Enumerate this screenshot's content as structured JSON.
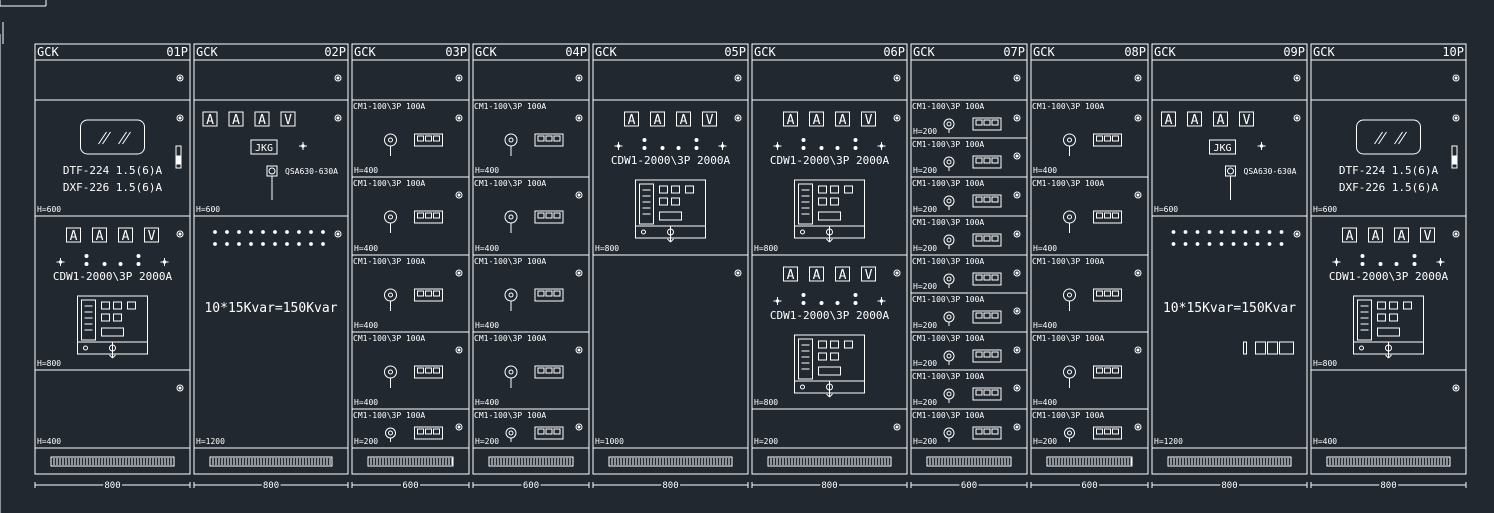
{
  "colors": {
    "background": "#212830",
    "line": "#ffffff"
  },
  "series_label": "GCK",
  "panels": [
    {
      "id": "01P",
      "width_mm": "800",
      "compartments": [
        {
          "kind": "blank",
          "height": ""
        },
        {
          "kind": "meter",
          "height": "H=600",
          "lines": [
            "DTF-224 1.5(6)A",
            "DXF-226 1.5(6)A"
          ]
        },
        {
          "kind": "acb",
          "height": "H=800",
          "gauges": [
            "A",
            "A",
            "A",
            "V"
          ],
          "label": "CDW1-2000\\3P 2000A"
        },
        {
          "kind": "blank",
          "height": "H=400"
        }
      ]
    },
    {
      "id": "02P",
      "width_mm": "800",
      "compartments": [
        {
          "kind": "blank",
          "height": ""
        },
        {
          "kind": "cap_ctrl",
          "height": "H=600",
          "gauges": [
            "A",
            "A",
            "A",
            "V"
          ],
          "controller": "JKG",
          "switch": "QSA630-630A"
        },
        {
          "kind": "capacitor",
          "height": "H=1200",
          "label": "10*15Kvar=150Kvar"
        }
      ]
    },
    {
      "id": "03P",
      "width_mm": "600",
      "compartments": [
        {
          "kind": "blank",
          "height": ""
        },
        {
          "kind": "drawer",
          "height": "H=400",
          "label": "CM1-100\\3P 100A"
        },
        {
          "kind": "drawer",
          "height": "H=400",
          "label": "CM1-100\\3P 100A"
        },
        {
          "kind": "drawer",
          "height": "H=400",
          "label": "CM1-100\\3P 100A"
        },
        {
          "kind": "drawer",
          "height": "H=400",
          "label": "CM1-100\\3P 100A"
        },
        {
          "kind": "drawer",
          "height": "H=200",
          "label": "CM1-100\\3P 100A"
        }
      ]
    },
    {
      "id": "04P",
      "width_mm": "600",
      "compartments": [
        {
          "kind": "blank",
          "height": ""
        },
        {
          "kind": "drawer",
          "height": "H=400",
          "label": "CM1-100\\3P 100A"
        },
        {
          "kind": "drawer",
          "height": "H=400",
          "label": "CM1-100\\3P 100A"
        },
        {
          "kind": "drawer",
          "height": "H=400",
          "label": "CM1-100\\3P 100A"
        },
        {
          "kind": "drawer",
          "height": "H=400",
          "label": "CM1-100\\3P 100A"
        },
        {
          "kind": "drawer",
          "height": "H=200",
          "label": "CM1-100\\3P 100A"
        }
      ]
    },
    {
      "id": "05P",
      "width_mm": "800",
      "compartments": [
        {
          "kind": "blank",
          "height": ""
        },
        {
          "kind": "acb",
          "height": "H=800",
          "gauges": [
            "A",
            "A",
            "A",
            "V"
          ],
          "label": "CDW1-2000\\3P 2000A"
        },
        {
          "kind": "blank",
          "height": "H=1000"
        }
      ]
    },
    {
      "id": "06P",
      "width_mm": "800",
      "compartments": [
        {
          "kind": "blank",
          "height": ""
        },
        {
          "kind": "acb",
          "height": "H=800",
          "gauges": [
            "A",
            "A",
            "A",
            "V"
          ],
          "label": "CDW1-2000\\3P 2000A"
        },
        {
          "kind": "acb",
          "height": "H=800",
          "gauges": [
            "A",
            "A",
            "A",
            "V"
          ],
          "label": "CDW1-2000\\3P 2000A"
        },
        {
          "kind": "blank",
          "height": "H=200"
        }
      ]
    },
    {
      "id": "07P",
      "width_mm": "600",
      "compartments": [
        {
          "kind": "blank",
          "height": ""
        },
        {
          "kind": "drawer",
          "height": "H=200",
          "label": "CM1-100\\3P 100A"
        },
        {
          "kind": "drawer",
          "height": "H=200",
          "label": "CM1-100\\3P 100A"
        },
        {
          "kind": "drawer",
          "height": "H=200",
          "label": "CM1-100\\3P 100A"
        },
        {
          "kind": "drawer",
          "height": "H=200",
          "label": "CM1-100\\3P 100A"
        },
        {
          "kind": "drawer",
          "height": "H=200",
          "label": "CM1-100\\3P 100A"
        },
        {
          "kind": "drawer",
          "height": "H=200",
          "label": "CM1-100\\3P 100A"
        },
        {
          "kind": "drawer",
          "height": "H=200",
          "label": "CM1-100\\3P 100A"
        },
        {
          "kind": "drawer",
          "height": "H=200",
          "label": "CM1-100\\3P 100A"
        },
        {
          "kind": "drawer",
          "height": "H=200",
          "label": "CM1-100\\3P 100A"
        }
      ]
    },
    {
      "id": "08P",
      "width_mm": "600",
      "compartments": [
        {
          "kind": "blank",
          "height": ""
        },
        {
          "kind": "drawer",
          "height": "H=400",
          "label": "CM1-100\\3P 100A"
        },
        {
          "kind": "drawer",
          "height": "H=400",
          "label": "CM1-100\\3P 100A"
        },
        {
          "kind": "drawer",
          "height": "H=400",
          "label": "CM1-100\\3P 100A"
        },
        {
          "kind": "drawer",
          "height": "H=400",
          "label": "CM1-100\\3P 100A"
        },
        {
          "kind": "drawer",
          "height": "H=200",
          "label": "CM1-100\\3P 100A"
        }
      ]
    },
    {
      "id": "09P",
      "width_mm": "800",
      "compartments": [
        {
          "kind": "blank",
          "height": ""
        },
        {
          "kind": "cap_ctrl",
          "height": "H=600",
          "gauges": [
            "A",
            "A",
            "A",
            "V"
          ],
          "controller": "JKG",
          "switch": "QSA630-630A"
        },
        {
          "kind": "capacitor",
          "height": "H=1200",
          "label": "10*15Kvar=150Kvar",
          "extra_switches": true
        }
      ]
    },
    {
      "id": "10P",
      "width_mm": "800",
      "compartments": [
        {
          "kind": "blank",
          "height": ""
        },
        {
          "kind": "meter",
          "height": "H=600",
          "lines": [
            "DTF-224 1.5(6)A",
            "DXF-226 1.5(6)A"
          ]
        },
        {
          "kind": "acb",
          "height": "H=800",
          "gauges": [
            "A",
            "A",
            "A",
            "V"
          ],
          "label": "CDW1-2000\\3P 2000A"
        },
        {
          "kind": "blank",
          "height": "H=400"
        }
      ]
    }
  ]
}
